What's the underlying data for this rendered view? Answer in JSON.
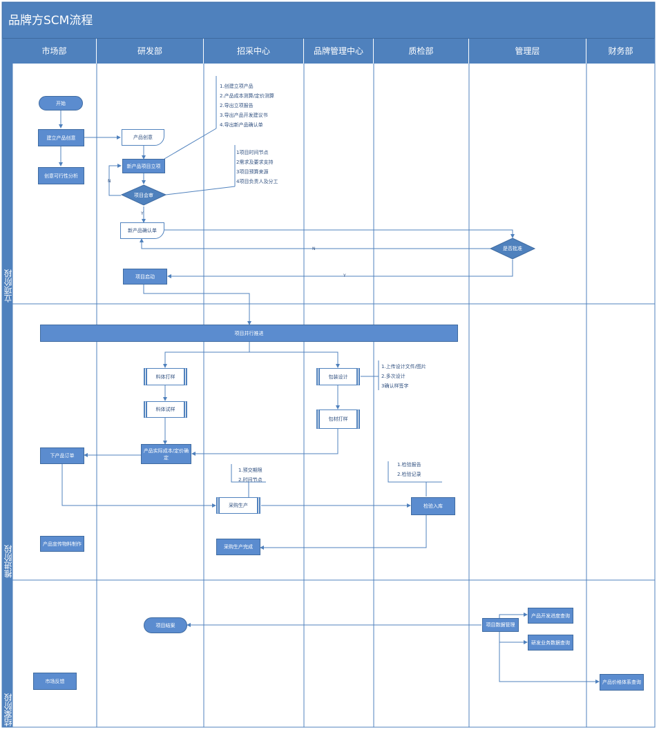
{
  "title": "品牌方SCM流程",
  "lanes": [
    "市场部",
    "研发部",
    "招采中心",
    "品牌管理中心",
    "质检部",
    "管理层",
    "财务部"
  ],
  "phases": [
    "立项阶段",
    "推进阶段",
    "结案阶段"
  ],
  "nodes": {
    "start": "开始",
    "create_idea": "建立产品创意",
    "feasibility": "创意可行性分析",
    "product_idea_doc": "产品创意",
    "new_product_project": "新产品项目立项",
    "project_review": "项目会审",
    "confirm_form": "新产品确认单",
    "approve": "是否批准",
    "project_start": "项目启动",
    "parallel": "项目并行推进",
    "material_sample": "料体打样",
    "material_test": "料体试样",
    "packaging_design": "包装设计",
    "packaging_sample": "包材打样",
    "cost_pricing": "产品实际成本/定价确定",
    "place_order": "下产品订单",
    "purchase_production": "采购生产",
    "inspection_storage": "检验入库",
    "promo_materials": "产品宣传物料制作",
    "production_done": "采购生产完成",
    "project_closing": "项目结案",
    "project_data_mgmt": "项目数据管理",
    "dev_progress_query": "产品开发进度查询",
    "dev_business_query": "研发业务数据查询",
    "market_feedback": "市场反馈",
    "price_system_query": "产品价格体系查询"
  },
  "notes": {
    "n1": [
      "1.创建立项产品",
      "2.产品成本测算/定价测算",
      "2.导出立项报告",
      "3.导出产品开发建议书",
      "4.导出新产品确认单"
    ],
    "n2": [
      "1项目时间节点",
      "2需求及要求支持",
      "3项目预算来源",
      "4项目负责人及分工"
    ],
    "n3": [
      "1.上传设计文件/图片",
      "2.多次设计",
      "3确认样签字"
    ],
    "n4": [
      "1.预交期限",
      "2.时间节点"
    ],
    "n5": [
      "1.检验报告",
      "2.检验记录"
    ]
  },
  "labels": {
    "n": "N",
    "y": "Y"
  },
  "colors": {
    "header": "#4f81bd",
    "node": "#5b8ccf",
    "line": "#4f81bd"
  }
}
